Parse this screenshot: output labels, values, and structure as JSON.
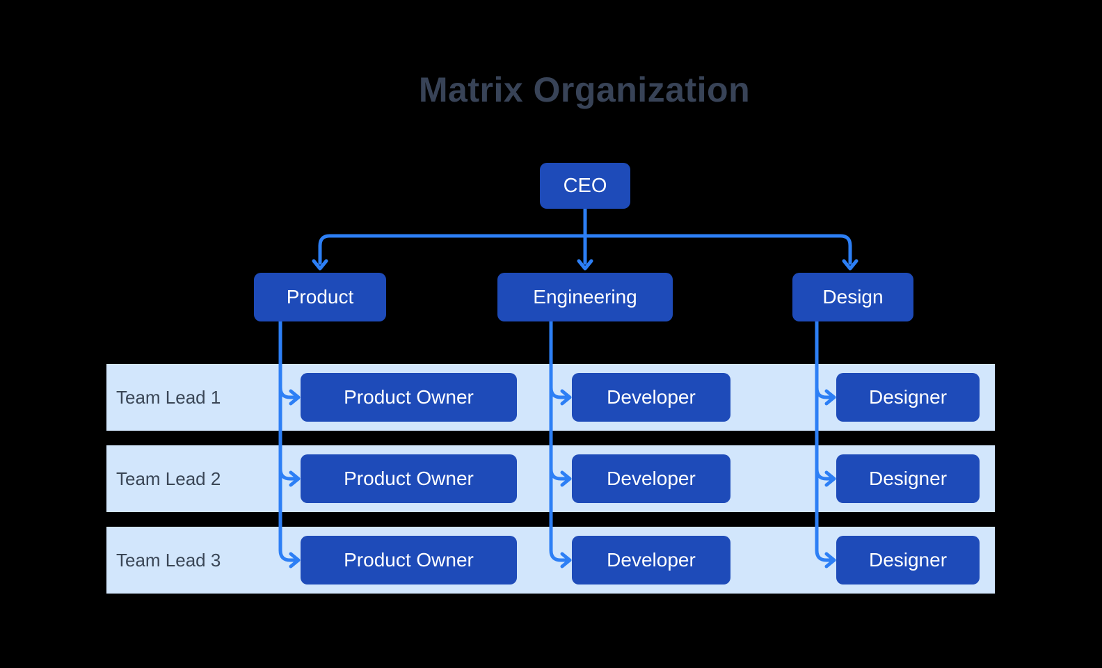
{
  "title": "Matrix Organization",
  "org": {
    "root": "CEO",
    "departments": [
      "Product",
      "Engineering",
      "Design"
    ],
    "rows": [
      {
        "label": "Team Lead 1",
        "roles": [
          "Product Owner",
          "Developer",
          "Designer"
        ]
      },
      {
        "label": "Team Lead 2",
        "roles": [
          "Product Owner",
          "Developer",
          "Designer"
        ]
      },
      {
        "label": "Team Lead 3",
        "roles": [
          "Product Owner",
          "Developer",
          "Designer"
        ]
      }
    ]
  },
  "colors": {
    "background": "#000000",
    "node_fill": "#1e4bb9",
    "node_text": "#ffffff",
    "connector": "#2d7ff5",
    "team_band_fill": "#d2e6fc",
    "heading_text": "#384357"
  }
}
